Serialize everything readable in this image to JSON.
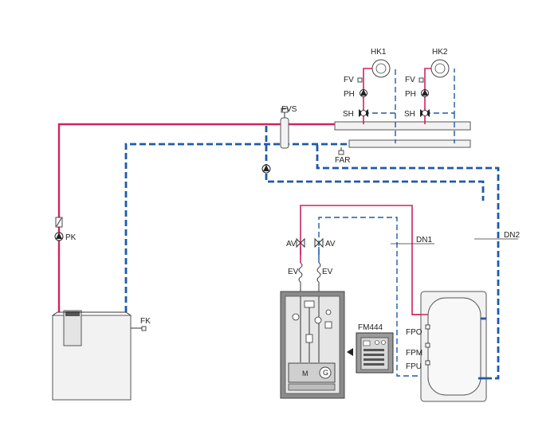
{
  "labels": {
    "hk1": "HK1",
    "hk2": "HK2",
    "fv1": "FV",
    "fv2": "FV",
    "ph1": "PH",
    "ph2": "PH",
    "sh1": "SH",
    "sh2": "SH",
    "fvs": "FVS",
    "far": "FAR",
    "pk": "PK",
    "fk": "FK",
    "av1": "AV",
    "av2": "AV",
    "ev1": "EV",
    "ev2": "EV",
    "dn1": "DN1",
    "dn2": "DN2",
    "fm444": "FM444",
    "fpo": "FPO",
    "fpm": "FPM",
    "fpu": "FPU",
    "motor": "M",
    "generator": "G"
  },
  "colors": {
    "supply": "#d0245e",
    "return": "#1f5aa8"
  }
}
